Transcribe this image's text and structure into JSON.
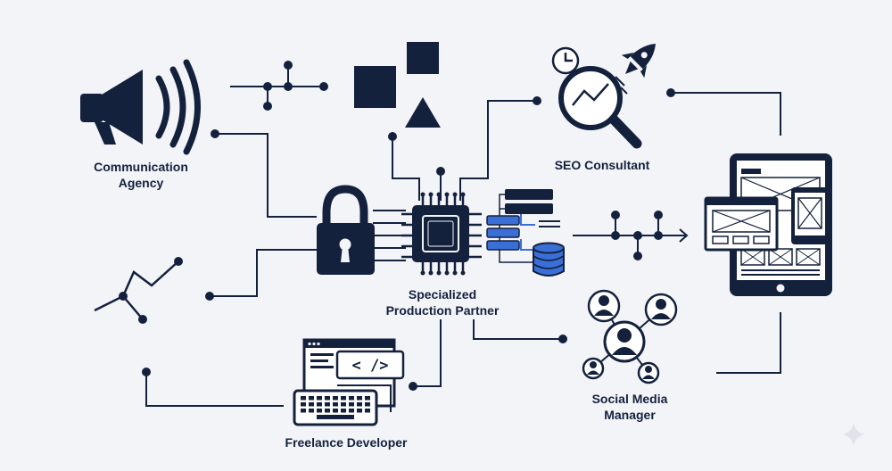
{
  "colors": {
    "background": "#f3f4f8",
    "primary": "#14213d",
    "accent": "#3a6fd8",
    "accent_light": "#dce6fb"
  },
  "nodes": {
    "communication_agency": {
      "line1": "Communication",
      "line2": "Agency",
      "icon": "megaphone-icon"
    },
    "seo_consultant": {
      "line1": "SEO Consultant",
      "icon": "magnifier-chart-icon"
    },
    "specialized_production_partner": {
      "line1": "Specialized",
      "line2": "Production Partner",
      "icon": "processor-chip-icon"
    },
    "social_media_manager": {
      "line1": "Social Media",
      "line2": "Manager",
      "icon": "people-network-icon"
    },
    "freelance_developer": {
      "line1": "Freelance Developer",
      "icon": "code-keyboard-icon"
    }
  },
  "code_snippet": "< />"
}
